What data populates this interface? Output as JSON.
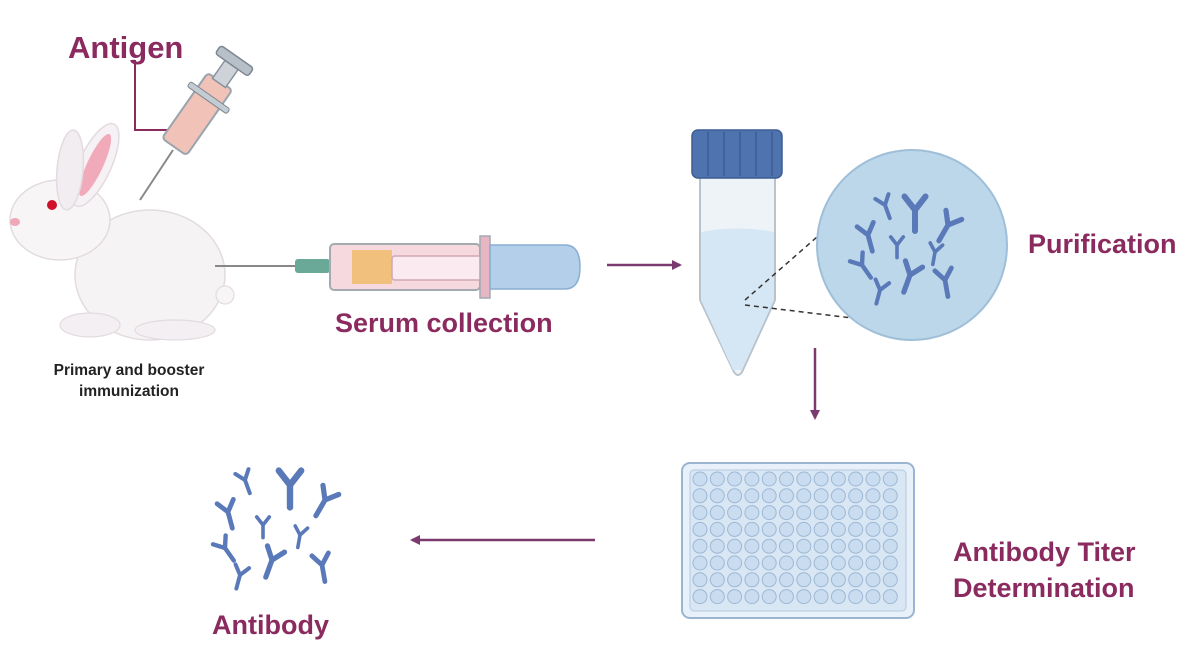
{
  "labels": {
    "antigen": "Antigen",
    "immunization_line1": "Primary and booster",
    "immunization_line2": "immunization",
    "serum_collection": "Serum collection",
    "purification": "Purification",
    "titer_line1": "Antibody Titer",
    "titer_line2": "Determination",
    "antibody": "Antibody"
  },
  "colors": {
    "label": "#8a2a5e",
    "arrow": "#7b3a6e",
    "antibody": "#5a79b8",
    "tube_cap": "#4f73ae",
    "circle_fill": "#bcd6ea",
    "plate_fill": "#c9dcf0"
  },
  "plate": {
    "rows": 8,
    "cols": 12
  }
}
